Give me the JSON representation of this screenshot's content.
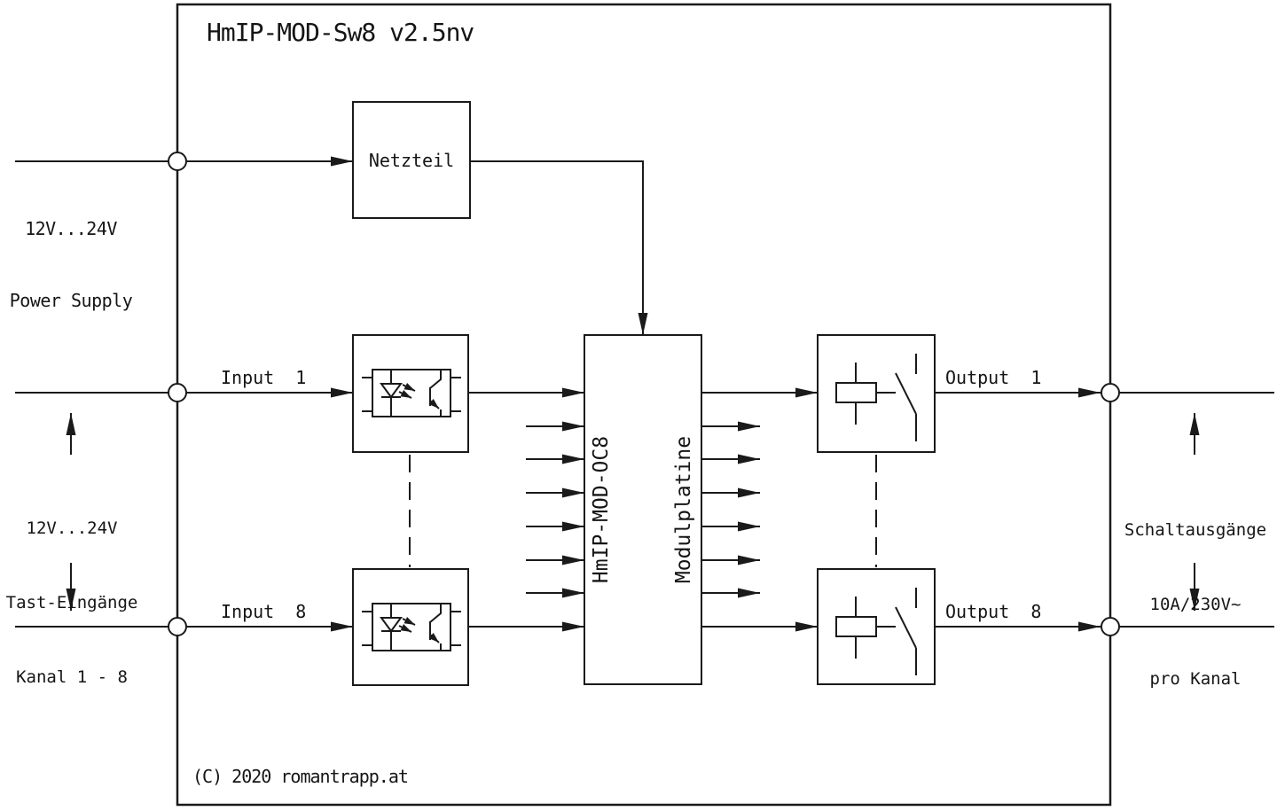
{
  "title": "HmIP-MOD-Sw8 v2.5nv",
  "copyright": "(C) 2020 romantrapp.at",
  "colors": {
    "line": "#1a1a1a",
    "background": "#ffffff"
  },
  "power_supply": {
    "rating": "12V...24V",
    "name": "Power Supply",
    "box_label": "Netzteil"
  },
  "inputs": {
    "first_label": "Input  1",
    "last_label": "Input  8",
    "range_rating": "12V...24V",
    "range_name": "Tast-Eingänge",
    "range_channels": "Kanal 1 - 8"
  },
  "module": {
    "name": "HmIP-MOD-OC8",
    "board": "Modulplatine"
  },
  "outputs": {
    "first_label": "Output  1",
    "last_label": "Output  8",
    "range_name": "Schaltausgänge",
    "range_rating": "10A/230V~",
    "range_channels": "pro Kanal"
  }
}
